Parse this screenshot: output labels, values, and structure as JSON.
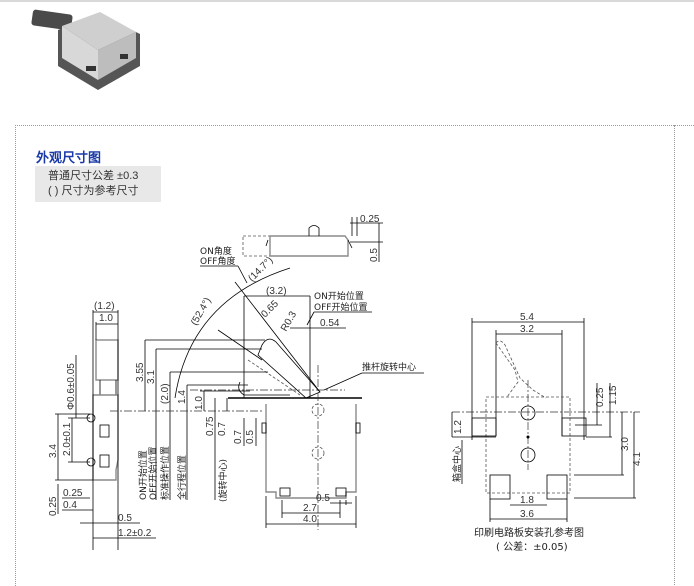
{
  "product_photo": {
    "alt": "detection switch product photo"
  },
  "section": {
    "title": "外观尺寸图",
    "notes": [
      "普通尺寸公差 ±0.3",
      "( ) 尺寸为参考尺寸"
    ]
  },
  "top_view": {
    "dims": {
      "d_025": "0.25",
      "d_05": "0.5"
    }
  },
  "side_view": {
    "labels": {
      "angle_label_1": "ON角度",
      "angle_label_2": "OFF角度",
      "angle_147": "(14.7°)",
      "angle_524": "(52.4°)",
      "d_32": "(3.2)",
      "d_065": "0.65",
      "d_r03": "R0.3",
      "start_on": "ON开始位置",
      "start_off": "OFF开始位置",
      "d_054": "0.54",
      "pivot": "推杆旋转中心",
      "d_355": "3.55",
      "d_31": "3.1",
      "d_20": "(2.0)",
      "d_14": "1.4",
      "d_10": "1.0",
      "d_075": "0.75",
      "d_07a": "0.7",
      "d_07b": "0.7",
      "d_05a": "0.5",
      "v_on_off": "ON开始位置",
      "v_off": "OFF开始位置",
      "v_std": "标准操作位置",
      "v_full": "全行程位置",
      "v_pivot": "(旋转中心)",
      "d_05b": "0.5",
      "d_27": "2.7",
      "d_40": "4.0"
    }
  },
  "end_view": {
    "labels": {
      "d_12p": "(1.2)",
      "d_10": "1.0",
      "d_phi": "Φ0.6±0.05",
      "d_34": "3.4",
      "d_20": "2.0±0.1",
      "d_025a": "0.25",
      "d_025b": "0.25",
      "d_04": "0.4",
      "d_05": "0.5",
      "d_12": "1.2±0.2"
    }
  },
  "pcb_view": {
    "labels": {
      "d_54": "5.4",
      "d_32": "3.2",
      "d_025": "0.25",
      "d_115": "1.15",
      "d_12": "1.2",
      "d_30": "3.0",
      "d_41": "4.1",
      "center": "箱盒中心",
      "d_18": "1.8",
      "d_36": "3.6",
      "caption": "印刷电路板安装孔参考图",
      "tolerance": "( 公差：±0.05)"
    }
  }
}
